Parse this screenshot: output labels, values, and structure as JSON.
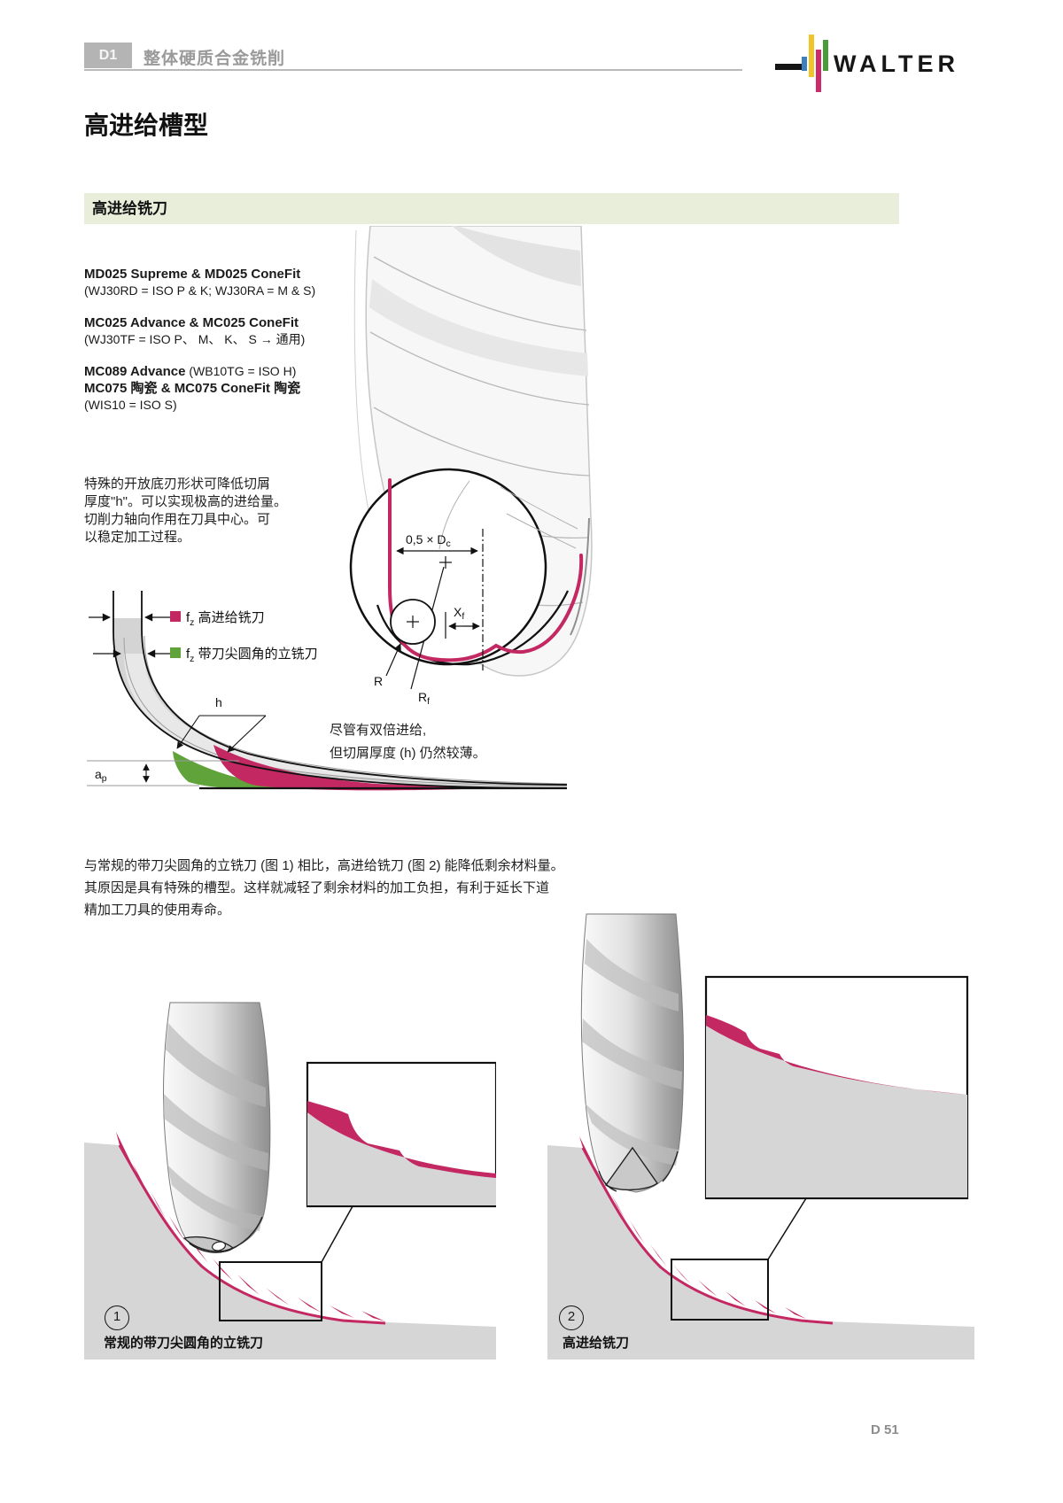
{
  "header": {
    "chapter_code": "D1",
    "chapter_title": "整体硬质合金铣削",
    "brand": "WALTER"
  },
  "page_title": "高进给槽型",
  "section_banner": "高进给铣刀",
  "products": [
    {
      "line1_bold": "MD025 Supreme & MD025 ConeFit",
      "line2": "(WJ30RD = ISO P & K; WJ30RA = M & S)"
    },
    {
      "line1_bold": "MC025 Advance & MC025 ConeFit",
      "line2": "(WJ30TF = ISO P、 M、 K、 S → 通用)"
    },
    {
      "line1_bold": "MC089 Advance",
      "line1_rest": " (WB10TG = ISO H)",
      "line2_bold": "MC075 陶瓷 & MC075 ConeFit 陶瓷",
      "line3": "(WIS10 = ISO S)"
    }
  ],
  "intro_lines": [
    "特殊的开放底刃形状可降低切屑",
    "厚度\"h\"。可以实现极高的进给量。",
    "切削力轴向作用在刀具中心。可",
    "以稳定加工过程。"
  ],
  "legend": [
    {
      "sym": "f",
      "sub": "z",
      "label": " 高进给铣刀",
      "color": "#c32862"
    },
    {
      "sym": "f",
      "sub": "z",
      "label": " 带刀尖圆角的立铣刀",
      "color": "#5fa33a"
    }
  ],
  "annotations": {
    "dc_main": "0,5 × D",
    "dc_sub": "c",
    "xf_main": "X",
    "xf_sub": "f",
    "r": "R",
    "rf_main": "R",
    "rf_sub": "f",
    "h": "h",
    "ap_main": "a",
    "ap_sub": "p"
  },
  "note_lines": [
    "尽管有双倍进给,",
    "但切屑厚度 (h) 仍然较薄。"
  ],
  "body_lines": [
    "与常规的带刀尖圆角的立铣刀 (图 1) 相比，高进给铣刀 (图 2) 能降低剩余材料量。",
    "其原因是具有特殊的槽型。这样就减轻了剩余材料的加工负担，有利于延长下道",
    "精加工刀具的使用寿命。"
  ],
  "figures": [
    {
      "number": "1",
      "caption": "常规的带刀尖圆角的立铣刀"
    },
    {
      "number": "2",
      "caption": "高进给铣刀"
    }
  ],
  "page_number": "D 51",
  "colors": {
    "magenta": "#c32862",
    "green": "#5fa33a",
    "banner_bg": "#e9eedb",
    "badge_bg": "#b4b4b4",
    "heading_gray": "#9a9a9a",
    "workpiece_gray": "#d6d6d6",
    "logo_blue": "#3f7fbe",
    "logo_yellow": "#f0c52a",
    "logo_magenta": "#cd2a6c",
    "logo_green": "#4c9b39"
  }
}
